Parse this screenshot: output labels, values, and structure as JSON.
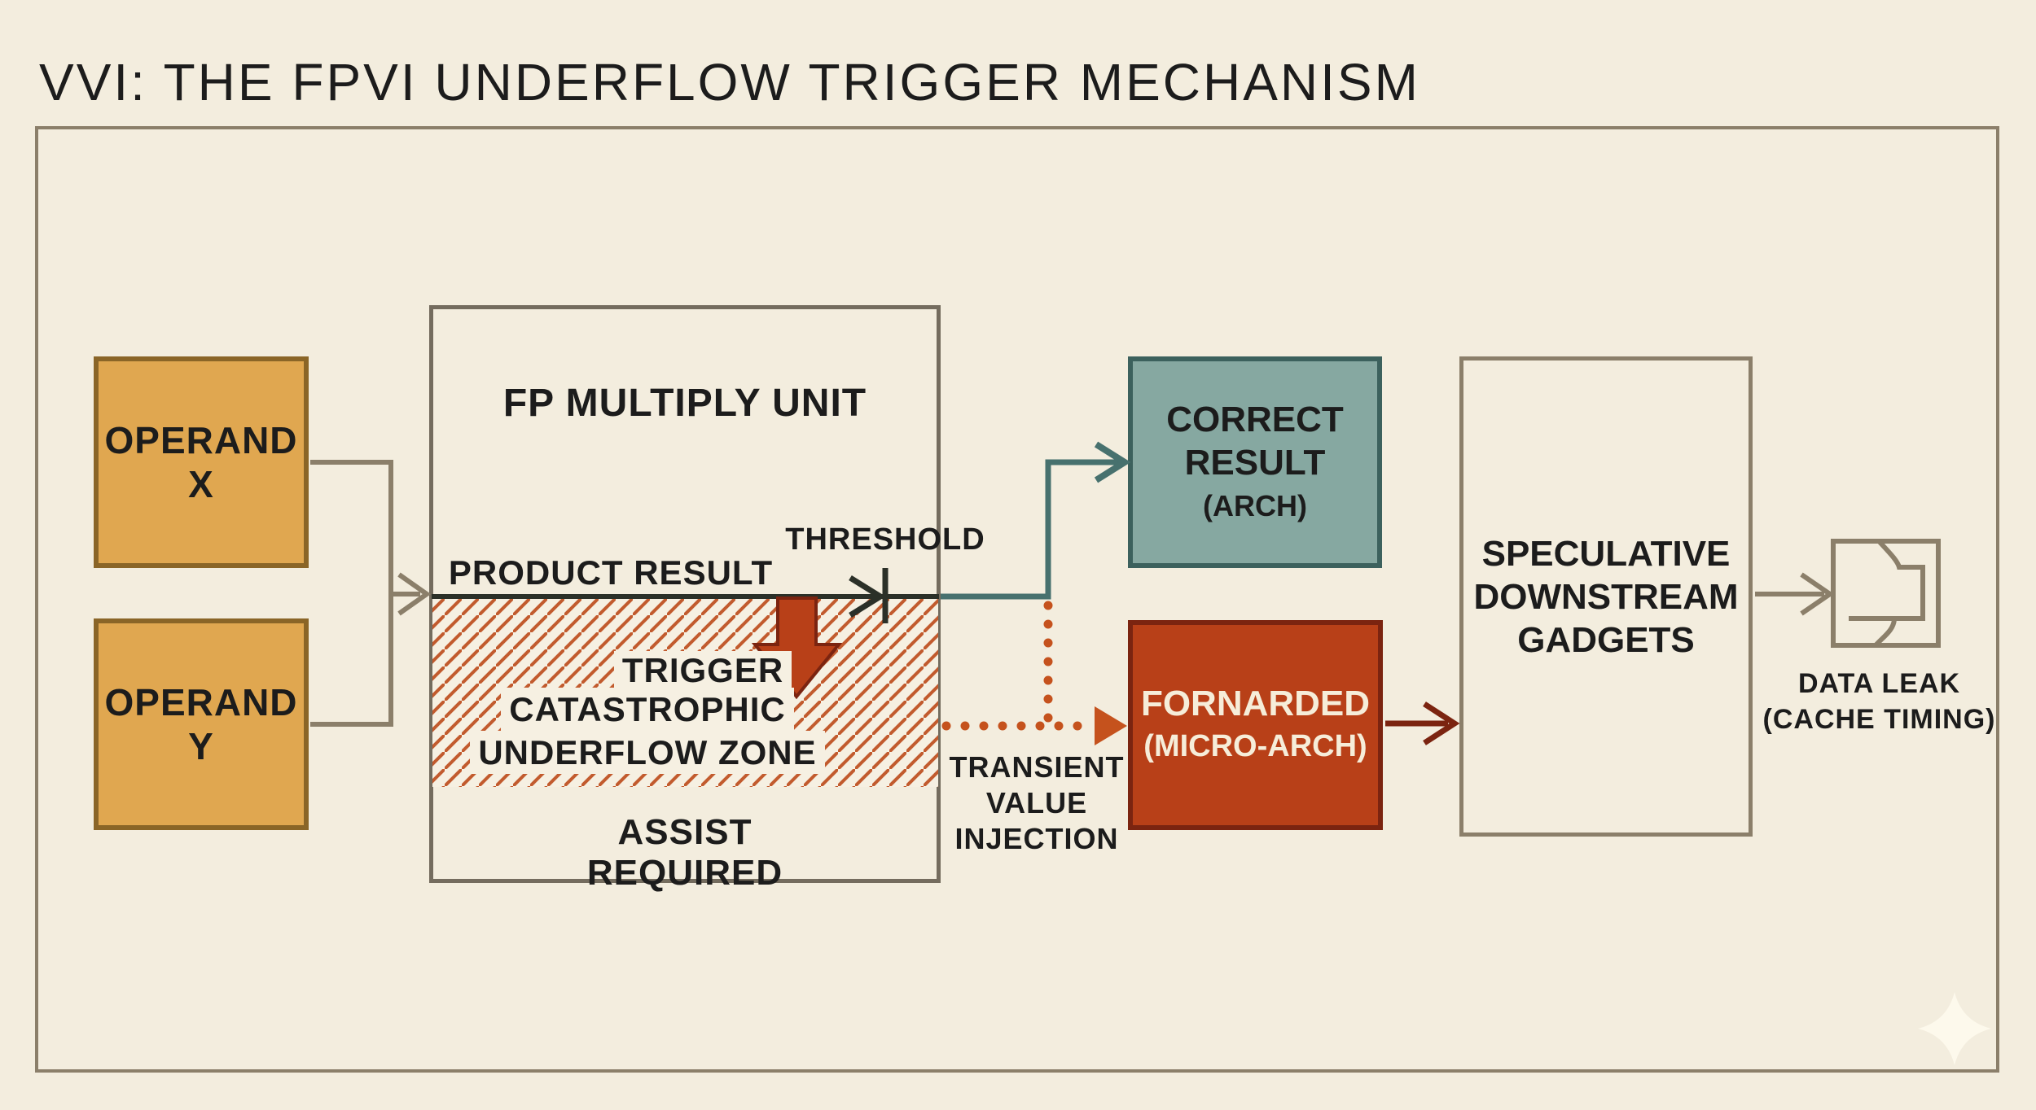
{
  "title": "VVI: THE FPVI UNDERFLOW TRIGGER MECHANISM",
  "colors": {
    "bg": "#f3edde",
    "bg2": "#f6f0e2",
    "ink": "#1c1c1c",
    "taupe": "#8b7f6a",
    "fpborder": "#746c5e",
    "dark": "#2b3028",
    "hatchline": "#c25b2e",
    "red": "#b84018",
    "reddark": "#7b2410",
    "tealfill": "#86a8a1",
    "tealborder": "#3c615d",
    "tealline": "#47716e",
    "orange": "#c5521d",
    "gold": "#e0a750",
    "goldborder": "#8a6527",
    "cream": "#f6edd9",
    "sparkle": "#fdf9ec"
  },
  "nodes": {
    "operand_x": {
      "line1": "OPERAND",
      "line2": "X"
    },
    "operand_y": {
      "line1": "OPERAND",
      "line2": "Y"
    },
    "fp_unit": {
      "label": "FP MULTIPLY UNIT",
      "product_label": "PRODUCT RESULT",
      "threshold_label": "THRESHOLD",
      "trigger_label": "TRIGGER",
      "zone_line1": "CATASTROPHIC",
      "zone_line2": "UNDERFLOW ZONE",
      "assist_label": "ASSIST REQUIRED"
    },
    "correct_result": {
      "line1": "CORRECT",
      "line2": "RESULT",
      "line3": "(ARCH)"
    },
    "fornarded": {
      "line1": "FORNARDED",
      "line2": "(MICRO-ARCH)"
    },
    "speculative": {
      "line1": "SPECULATIVE",
      "line2": "DOWNSTREAM",
      "line3": "GADGETS"
    },
    "transient": {
      "line1": "TRANSIENT",
      "line2": "VALUE",
      "line3": "INJECTION"
    },
    "data_leak": {
      "line1": "DATA LEAK",
      "line2": "(CACHE TIMING)"
    }
  }
}
